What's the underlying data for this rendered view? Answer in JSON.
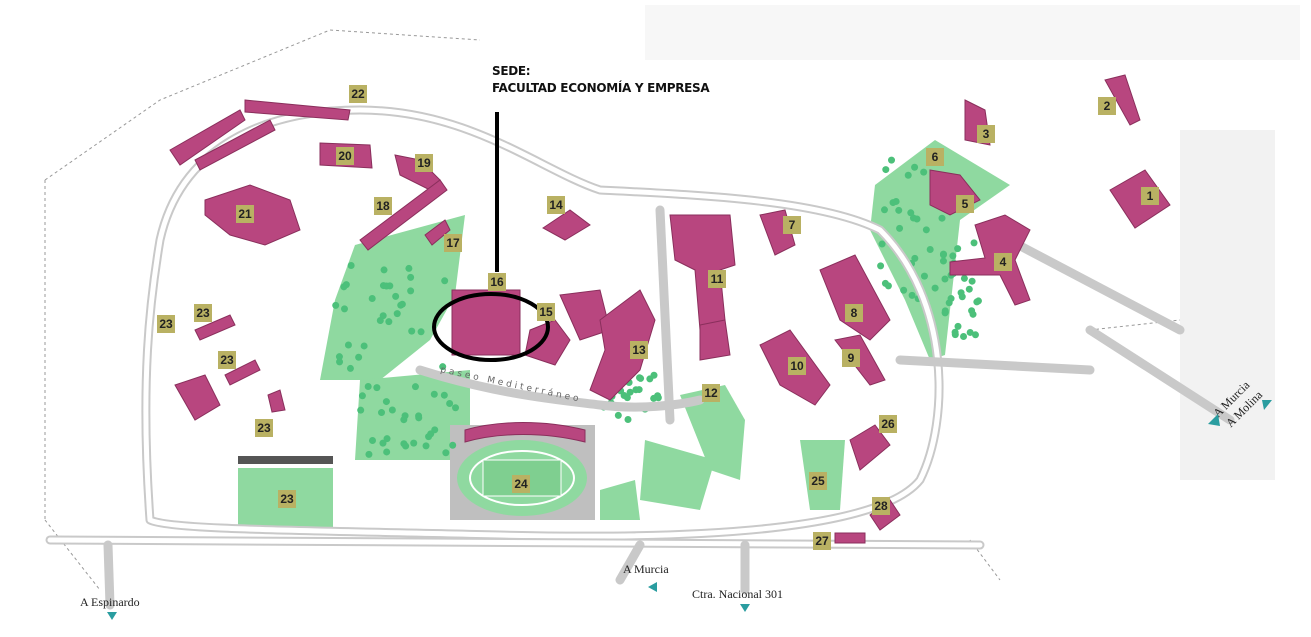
{
  "annotation": {
    "line1": "SEDE:",
    "line2": "FACULTAD ECONOMÍA Y EMPRESA",
    "highlighted_building": "16"
  },
  "buildings": [
    "1",
    "2",
    "3",
    "4",
    "5",
    "6",
    "7",
    "8",
    "9",
    "10",
    "11",
    "12",
    "13",
    "14",
    "15",
    "16",
    "17",
    "18",
    "19",
    "20",
    "21",
    "22",
    "23",
    "23",
    "23",
    "23",
    "23",
    "24",
    "25",
    "26",
    "27",
    "28"
  ],
  "places": {
    "espinardo": "A Espinardo",
    "murcia_south": "A Murcia",
    "nacional": "Ctra. Nacional 301",
    "murcia_east": "A Murcia",
    "molina": "A Molina",
    "paseo": "paseo Mediterráneo"
  },
  "colors": {
    "building": "#b8467f",
    "label": "#b9b163",
    "green_area": "#8fd9a0",
    "trees": "#4cc07a",
    "road": "#c9c9c9",
    "arrow": "#2a9da0"
  }
}
